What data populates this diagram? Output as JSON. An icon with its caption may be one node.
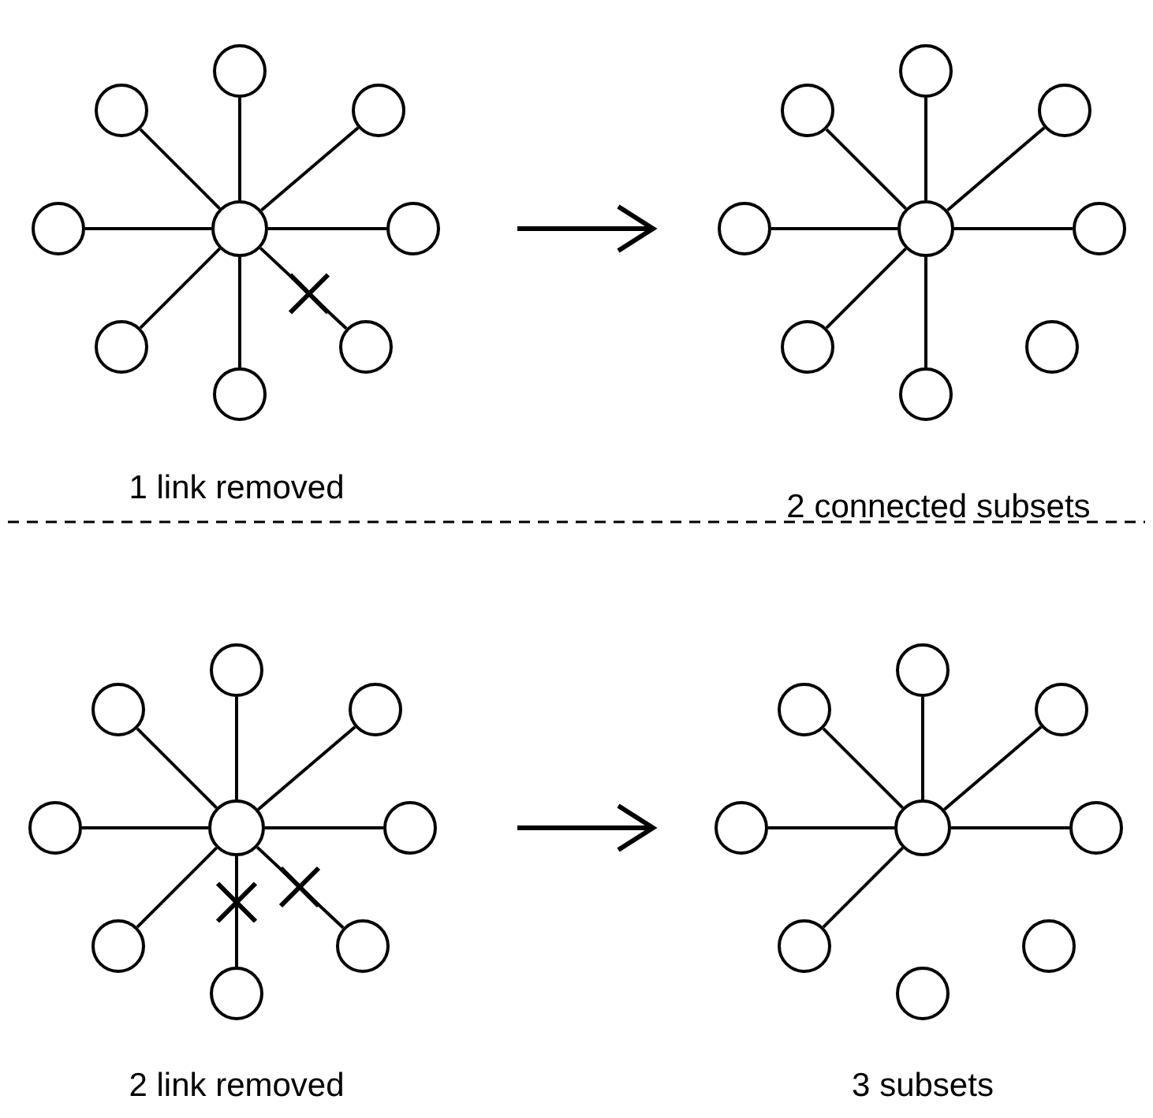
{
  "diagram": {
    "nodes": [
      {
        "text": [],
        "shape": "circle"
      },
      {
        "text": [],
        "shape": "circle"
      },
      {
        "text": [],
        "shape": "circle"
      },
      {
        "text": [],
        "shape": "circle"
      },
      {
        "text": [],
        "shape": "circle"
      },
      {
        "text": [],
        "shape": "circle"
      },
      {
        "text": [],
        "shape": "circle"
      },
      {
        "text": [],
        "shape": "circle"
      },
      {
        "text": [],
        "shape": "circle"
      },
      {
        "text": [],
        "shape": "circle"
      },
      {
        "text": [],
        "shape": "circle"
      },
      {
        "text": [],
        "shape": "circle"
      },
      {
        "text": [],
        "shape": "circle"
      },
      {
        "text": [],
        "shape": "circle"
      },
      {
        "text": [],
        "shape": "circle"
      },
      {
        "text": [],
        "shape": "circle"
      },
      {
        "text": [],
        "shape": "circle"
      },
      {
        "text": [],
        "shape": "circle"
      },
      {
        "text": [],
        "shape": "circle"
      },
      {
        "text": [],
        "shape": "circle"
      },
      {
        "text": [],
        "shape": "circle"
      },
      {
        "text": [],
        "shape": "circle"
      },
      {
        "text": [],
        "shape": "circle"
      },
      {
        "text": [],
        "shape": "circle"
      },
      {
        "text": [],
        "shape": "circle"
      },
      {
        "text": [],
        "shape": "circle"
      },
      {
        "text": [],
        "shape": "circle"
      },
      {
        "text": [],
        "shape": "circle"
      },
      {
        "text": [],
        "shape": "circle"
      },
      {
        "text": [],
        "shape": "circle"
      },
      {
        "text": [],
        "shape": "circle"
      },
      {
        "text": [],
        "shape": "circle"
      },
      {
        "text": [],
        "shape": "circle"
      },
      {
        "text": [],
        "shape": "circle"
      },
      {
        "text": [],
        "shape": "circle"
      },
      {
        "text": [],
        "shape": "circle"
      }
    ],
    "edges": [
      {
        "from": 0,
        "to": 1,
        "arrow": "none"
      },
      {
        "from": 0,
        "to": 2,
        "arrow": "none"
      },
      {
        "from": 0,
        "to": 3,
        "arrow": "none"
      },
      {
        "from": 0,
        "to": 4,
        "arrow": "none"
      },
      {
        "from": 0,
        "to": 5,
        "arrow": "none"
      },
      {
        "from": 0,
        "to": 6,
        "arrow": "none"
      },
      {
        "from": 0,
        "to": 7,
        "arrow": "none"
      },
      {
        "from": 0,
        "to": 8,
        "arrow": "none"
      },
      {
        "from": 9,
        "to": 10,
        "arrow": "none"
      },
      {
        "from": 9,
        "to": 11,
        "arrow": "none"
      },
      {
        "from": 9,
        "to": 12,
        "arrow": "none"
      },
      {
        "from": 9,
        "to": 13,
        "arrow": "none"
      },
      {
        "from": 9,
        "to": 14,
        "arrow": "none"
      },
      {
        "from": 9,
        "to": 15,
        "arrow": "none"
      },
      {
        "from": 9,
        "to": 17,
        "arrow": "none"
      },
      {
        "from": 18,
        "to": 19,
        "arrow": "none"
      },
      {
        "from": 18,
        "to": 20,
        "arrow": "none"
      },
      {
        "from": 18,
        "to": 21,
        "arrow": "none"
      },
      {
        "from": 18,
        "to": 22,
        "arrow": "none"
      },
      {
        "from": 18,
        "to": 23,
        "arrow": "none"
      },
      {
        "from": 18,
        "to": 24,
        "arrow": "none"
      },
      {
        "from": 18,
        "to": 25,
        "arrow": "none"
      },
      {
        "from": 18,
        "to": 26,
        "arrow": "none"
      },
      {
        "from": 27,
        "to": 28,
        "arrow": "none"
      },
      {
        "from": 27,
        "to": 29,
        "arrow": "none"
      },
      {
        "from": 27,
        "to": 30,
        "arrow": "none"
      },
      {
        "from": 27,
        "to": 31,
        "arrow": "none"
      },
      {
        "from": 27,
        "to": 32,
        "arrow": "none"
      },
      {
        "from": 27,
        "to": 33,
        "arrow": "none"
      }
    ],
    "labels": [
      "1 link removed",
      "2 connected subsets",
      "2 link removed",
      "3 subsets"
    ]
  }
}
